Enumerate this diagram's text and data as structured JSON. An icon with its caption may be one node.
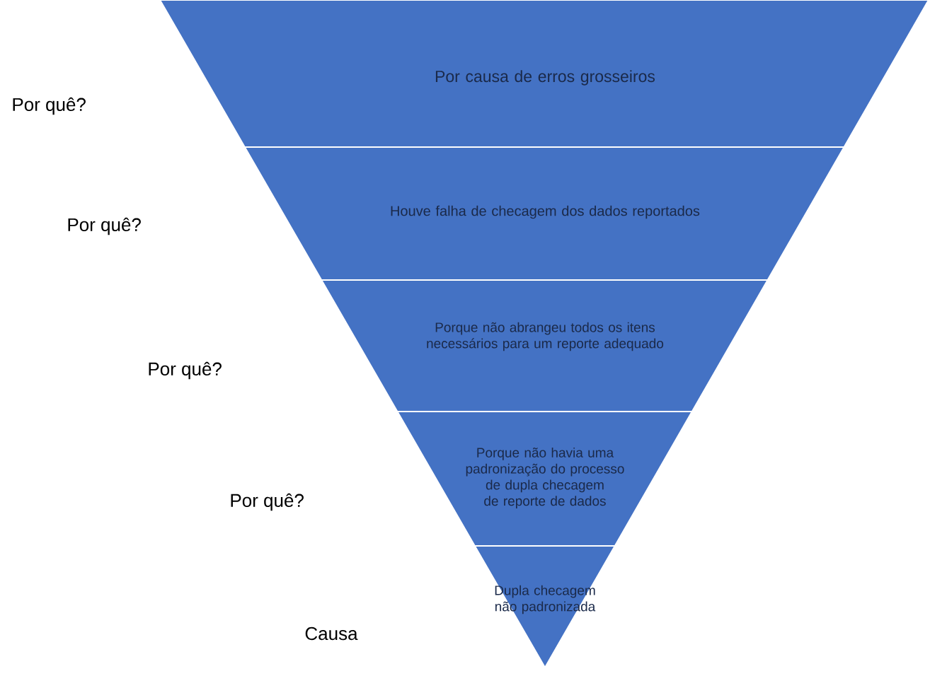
{
  "diagram": {
    "nodes": [
      {
        "text": [
          "Por causa de erros grosseiros"
        ]
      },
      {
        "text": [
          "Houve falha de checagem dos dados reportados"
        ]
      },
      {
        "text": [
          "Porque não abrangeu todos os itens necessários para um reporte adequado"
        ]
      },
      {
        "text": [
          "Porque não havia uma padronização do processo de dupla checagem de reporte de dados"
        ]
      },
      {
        "text": [
          "Dupla checagem não padronizada"
        ]
      }
    ],
    "labels": [
      "Por quê?",
      "Por quê?",
      "Por quê?",
      "Por quê?",
      "Causa"
    ]
  }
}
